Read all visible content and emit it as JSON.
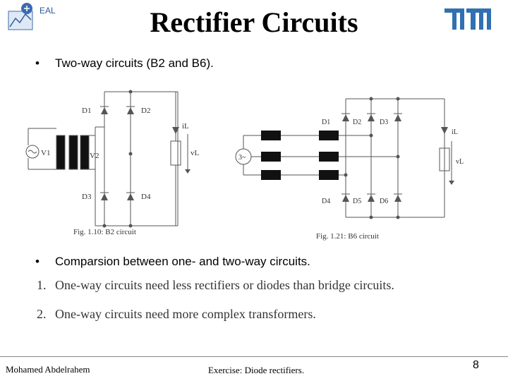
{
  "header": {
    "logo_left_text": "EAL",
    "title": "Rectifier Circuits",
    "logo_right_text": "TUM"
  },
  "bullets": [
    {
      "marker": "•",
      "text": "Two-way circuits (B2 and B6)."
    },
    {
      "marker": "•",
      "text": "Comparsion between one- and two-way circuits."
    }
  ],
  "numbered_items": [
    {
      "num": "1.",
      "text": "One-way circuits need less rectifiers or diodes than bridge circuits."
    },
    {
      "num": "2.",
      "text": "One-way circuits need more complex transformers."
    }
  ],
  "figure_b2": {
    "caption": "Fig. 1.10: B2 circuit",
    "labels": {
      "d1": "D1",
      "d2": "D2",
      "d3": "D3",
      "d4": "D4",
      "v1": "V1",
      "v2": "V2",
      "il": "iL",
      "vl": "vL"
    }
  },
  "figure_b6": {
    "caption": "Fig. 1.21: B6 circuit",
    "labels": {
      "source": "3~",
      "d1": "D1",
      "d2": "D2",
      "d3": "D3",
      "d4": "D4",
      "d5": "D5",
      "d6": "D6",
      "il": "iL",
      "vl": "vL"
    }
  },
  "footer": {
    "author": "Mohamed Abdelrahem",
    "topic": "Exercise: Diode rectifiers.",
    "page": "8"
  }
}
